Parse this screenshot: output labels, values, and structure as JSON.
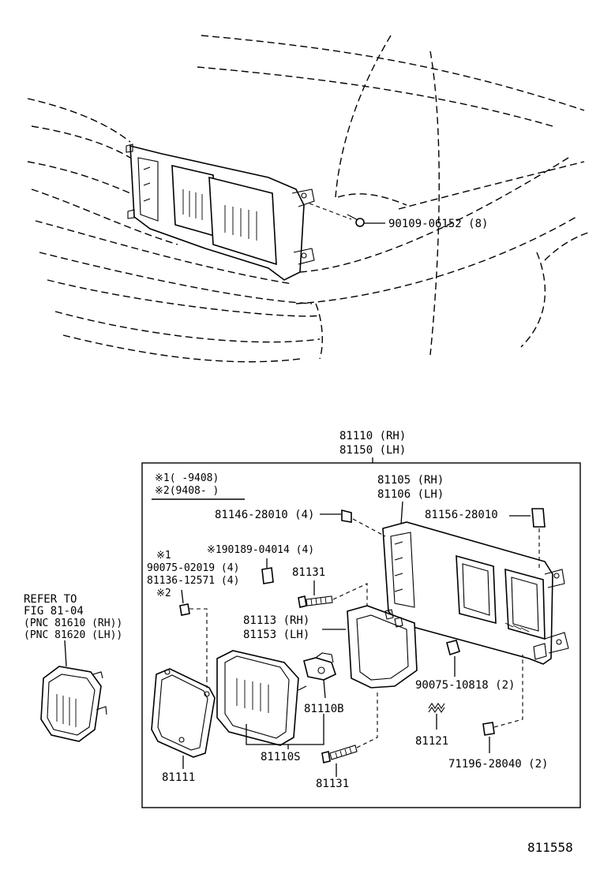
{
  "labels": {
    "bolt_top": "90109-06152 (8)",
    "housing_rh": "81110 (RH)",
    "housing_lh": "81150 (LH)",
    "note_1": "※1(   -9408)",
    "note_2": "※2(9408-     )",
    "bracket_rh": "81105 (RH)",
    "bracket_lh": "81106 (LH)",
    "clip_left": "81146-28010 (4)",
    "clip_right": "81156-28010",
    "star1": "※1",
    "star_part": "※190189-04014 (4)",
    "screw_a": "90075-02019 (4)",
    "screw_b": "81136-12571 (4)",
    "star2": "※2",
    "screw_81131_top": "81131",
    "cover_rh": "81113 (RH)",
    "cover_lh": "81153 (LH)",
    "nut": "90075-10818 (2)",
    "bulb": "81110B",
    "spring": "81121",
    "retainer": "71196-28040 (2)",
    "rim": "81111",
    "unit": "81110S",
    "screw_81131_bottom": "81131",
    "refer_1": "REFER TO",
    "refer_2": "FIG 81-04",
    "refer_3": "(PNC 81610 (RH))",
    "refer_4": "(PNC 81620 (LH))",
    "diagram_number": "811558"
  }
}
